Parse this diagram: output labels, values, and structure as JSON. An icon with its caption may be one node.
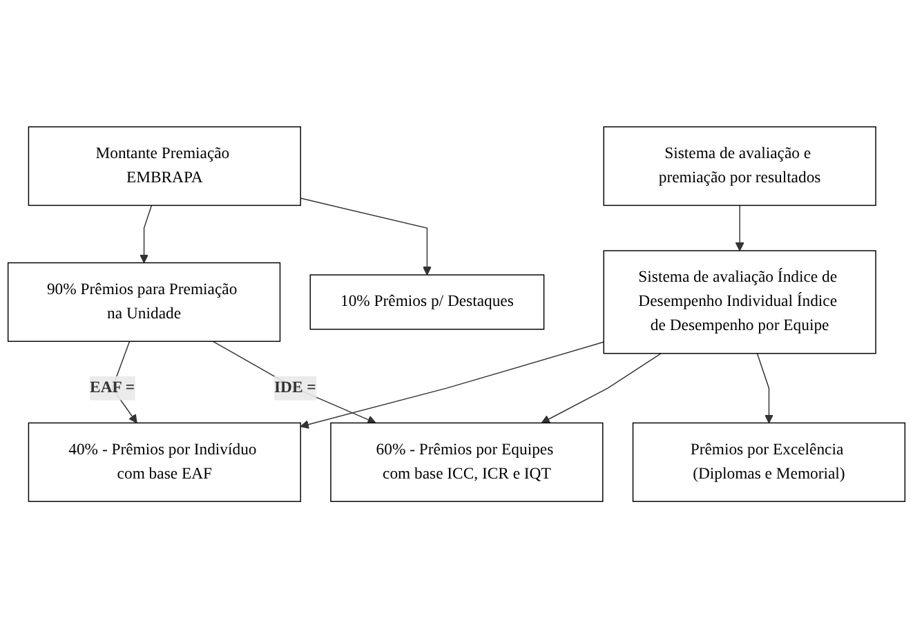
{
  "diagram": {
    "nodes": [
      {
        "text": [
          "Sistema de avaliação e premiação por resultados"
        ]
      },
      {
        "text": [
          "Montante Premiação EMBRAPA"
        ]
      },
      {
        "text": [
          "Sistema de avaliação Índice de Desempenho Individual Índice de Desempenho por Equipe"
        ]
      },
      {
        "text": [
          "90% Prêmios para Premiação na Unidade"
        ]
      },
      {
        "text": [
          "40% - Prêmios por Indivíduo com base EAF"
        ]
      },
      {
        "text": [
          "60% - Prêmios por Equipes com base ICC, ICR e IQT"
        ]
      },
      {
        "text": [
          "10% Prêmios p/ Destaques"
        ]
      },
      {
        "text": [
          "Prêmios por Excelência (Diplomas e Memorial)"
        ]
      }
    ],
    "edges": [
      {
        "from": 0,
        "to": 2,
        "arrow": "to"
      },
      {
        "from": 1,
        "to": 3,
        "arrow": "to"
      },
      {
        "from": 2,
        "to": 4,
        "arrow": "to"
      },
      {
        "from": 3,
        "to": 4,
        "label": "EAF =",
        "arrow": "to"
      },
      {
        "from": 3,
        "to": 5,
        "label": "IDE =",
        "arrow": "to"
      },
      {
        "from": 2,
        "to": 5,
        "arrow": "to"
      },
      {
        "from": 1,
        "to": 6,
        "arrow": "to"
      },
      {
        "from": 2,
        "to": 7,
        "arrow": "to"
      }
    ]
  }
}
